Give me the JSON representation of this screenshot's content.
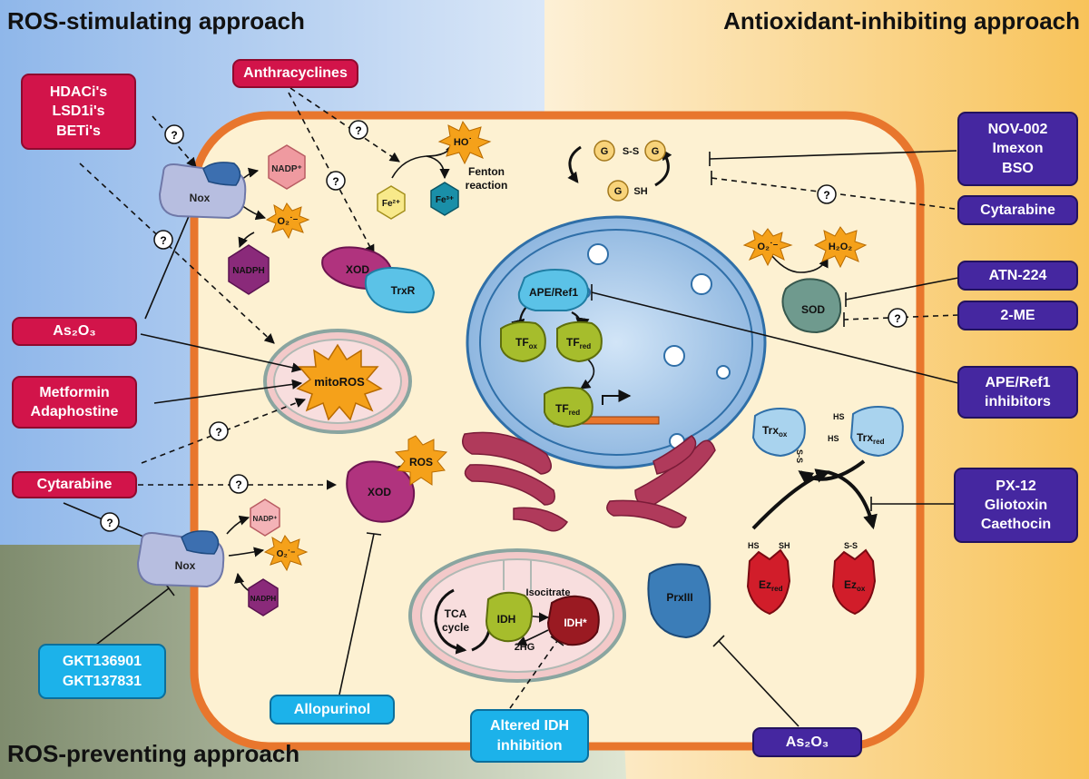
{
  "approaches": {
    "stimulating": "ROS-stimulating approach",
    "inhibiting": "Antioxidant-inhibiting approach",
    "preventing": "ROS-preventing approach"
  },
  "drugs": {
    "hdac": "HDACi's\nLSD1i's\nBETi's",
    "anthracyclines": "Anthracyclines",
    "as2o3_left": "As₂O₃",
    "metformin": "Metformin\nAdaphostine",
    "cytarabine_left": "Cytarabine",
    "nov002": "NOV-002\nImexon\nBSO",
    "cytarabine_right": "Cytarabine",
    "atn224": "ATN-224",
    "two_me": "2-ME",
    "ape_inhibitors": "APE/Ref1\ninhibitors",
    "px12": "PX-12\nGliotoxin\nCaethocin",
    "gkt": "GKT136901\nGKT137831",
    "allopurinol": "Allopurinol",
    "altered_idh": "Altered IDH\ninhibition",
    "as2o3_bottom": "As₂O₃"
  },
  "molecules": {
    "nox": "Nox",
    "nadp_plus": "NADP⁺",
    "superoxide": "O₂˙⁻",
    "nadph": "NADPH",
    "xod": "XOD",
    "trxr": "TrxR",
    "fe2": "Fe²⁺",
    "fe3": "Fe³⁺",
    "ho_radical": "HO˙",
    "fenton": "Fenton\nreaction",
    "gssg_g": "G",
    "gssg_bond": "S-S",
    "gsh_g": "G",
    "gsh_sh": "SH",
    "h2o2": "H₂O₂",
    "sod": "SOD",
    "ape_ref1": "APE/Ref1",
    "tf_ox": "TF",
    "tf_ox_sub": "ox",
    "tf_red": "TF",
    "tf_red_sub": "red",
    "mitoros": "mitoROS",
    "ros": "ROS",
    "trx_ox": "Trx",
    "trx_ox_sub": "ox",
    "trx_red": "Trx",
    "trx_red_sub": "red",
    "ss": "S-S",
    "hs": "HS",
    "sh": "SH",
    "ez_red": "Ez",
    "ez_red_sub": "red",
    "ez_ox": "Ez",
    "ez_ox_sub": "ox",
    "tca": "TCA\ncycle",
    "idh": "IDH",
    "idh_mut": "IDH*",
    "isocitrate": "Isocitrate",
    "two_hg": "2HG",
    "prxiii": "PrxIII",
    "question": "?"
  },
  "colors": {
    "drug_red": "#d2144a",
    "drug_purple": "#4527a0",
    "drug_cyan": "#1cb2ea",
    "cell_membrane": "#e8762d",
    "cytoplasm": "#fdf1d2",
    "nucleus": "#a9cbec",
    "ros_star": "#f5a11a",
    "nadp": "#ef9aa0",
    "nadph": "#8a2a7a",
    "enzyme_magenta": "#b0337e",
    "trxr_blue": "#5bc2e7",
    "tf_green": "#a6bd2c",
    "sod_green": "#6f9a8e",
    "ez_red": "#d11d2a",
    "prx_blue": "#3b7db8"
  }
}
